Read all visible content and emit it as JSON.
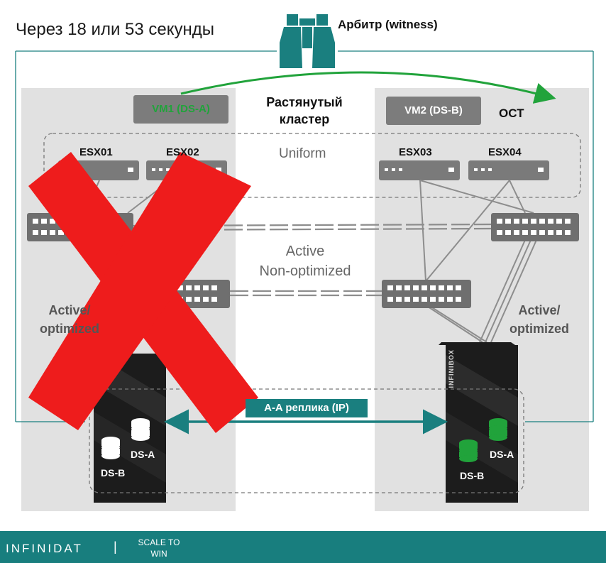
{
  "title": "Через 18 или 53 секунды",
  "witness": {
    "label": "Арбитр (witness)",
    "icon": "binoculars-icon"
  },
  "cluster": {
    "label_line1": "Растянутый",
    "label_line2": "кластер",
    "mode": "Uniform"
  },
  "vms": {
    "vm1": "VM1 (DS-A)",
    "vm2": "VM2 (DS-B)"
  },
  "site_b_tag": "ОСТ",
  "hosts": {
    "esx01": "ESX01",
    "esx02": "ESX02",
    "esx03": "ESX03",
    "esx04": "ESX04"
  },
  "paths": {
    "middle_line1": "Active",
    "middle_line2": "Non-optimized",
    "site_a_line1": "Active/",
    "site_a_line2": "optimized",
    "site_b_line1": "Active/",
    "site_b_line2": "optimized"
  },
  "replication": {
    "label": "A-A реплика (IP)"
  },
  "storage": {
    "brand": "INFINIBOX",
    "ds_a": "DS-A",
    "ds_b": "DS-B"
  },
  "failure_mark": "red-x-icon",
  "colors": {
    "teal": "#1a7f7f",
    "green": "#21a33b",
    "red": "#ee1c1c"
  },
  "footer": {
    "brand": "INFINIDAT",
    "separator": "|",
    "tagline_line1": "SCALE TO",
    "tagline_line2": "WIN"
  }
}
